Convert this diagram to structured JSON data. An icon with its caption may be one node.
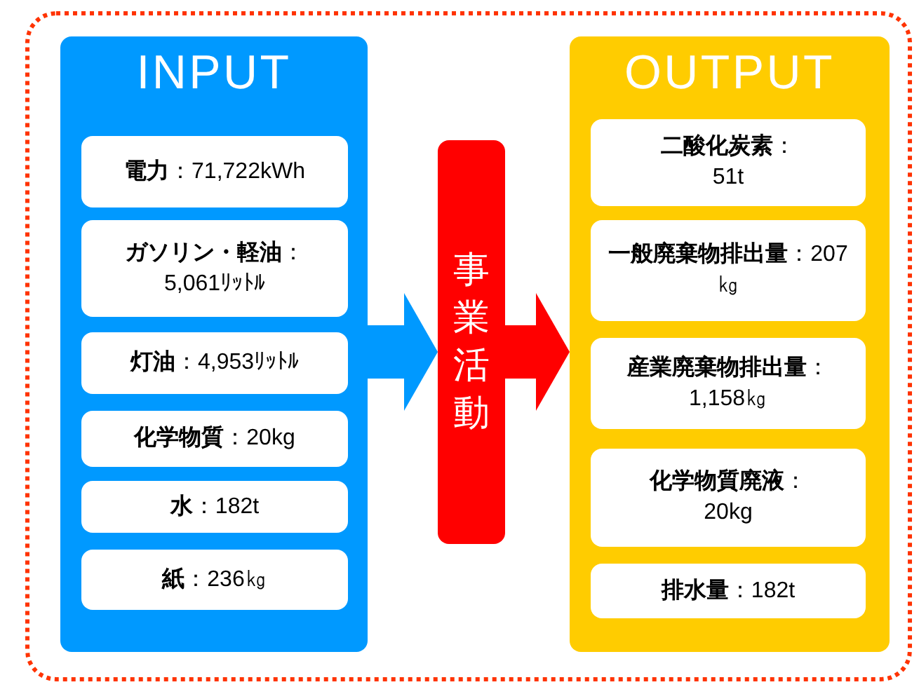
{
  "diagram": {
    "nodes": [
      {
        "text": [
          "INPUT"
        ]
      },
      {
        "text": [
          "**電力**：71,722kWh"
        ],
        "in": 0
      },
      {
        "text": [
          "**ガソリン・軽油**：5,061ﾘｯﾄﾙ"
        ],
        "in": 0
      },
      {
        "text": [
          "**灯油**：4,953ﾘｯﾄﾙ"
        ],
        "in": 0
      },
      {
        "text": [
          "**化学物質**：20kg"
        ],
        "in": 0
      },
      {
        "text": [
          "**水**：182t"
        ],
        "in": 0
      },
      {
        "text": [
          "**紙**：236㎏"
        ],
        "in": 0
      },
      {
        "text": [
          "事業活動"
        ]
      },
      {
        "text": [
          "OUTPUT"
        ]
      },
      {
        "text": [
          "**二酸化炭素**：51t"
        ],
        "in": 8
      },
      {
        "text": [
          "**一般廃棄物排出量**：207㎏"
        ],
        "in": 8
      },
      {
        "text": [
          "**産業廃棄物排出量**：1,158㎏"
        ],
        "in": 8
      },
      {
        "text": [
          "**化学物質廃液**：20kg"
        ],
        "in": 8
      },
      {
        "text": [
          "**排水量**：182t"
        ],
        "in": 8
      }
    ],
    "edges": [
      {
        "from": 0,
        "to": 7,
        "arrow": "to",
        "color": "#0099ff"
      },
      {
        "from": 7,
        "to": 8,
        "arrow": "to",
        "color": "#ff0000"
      }
    ]
  }
}
